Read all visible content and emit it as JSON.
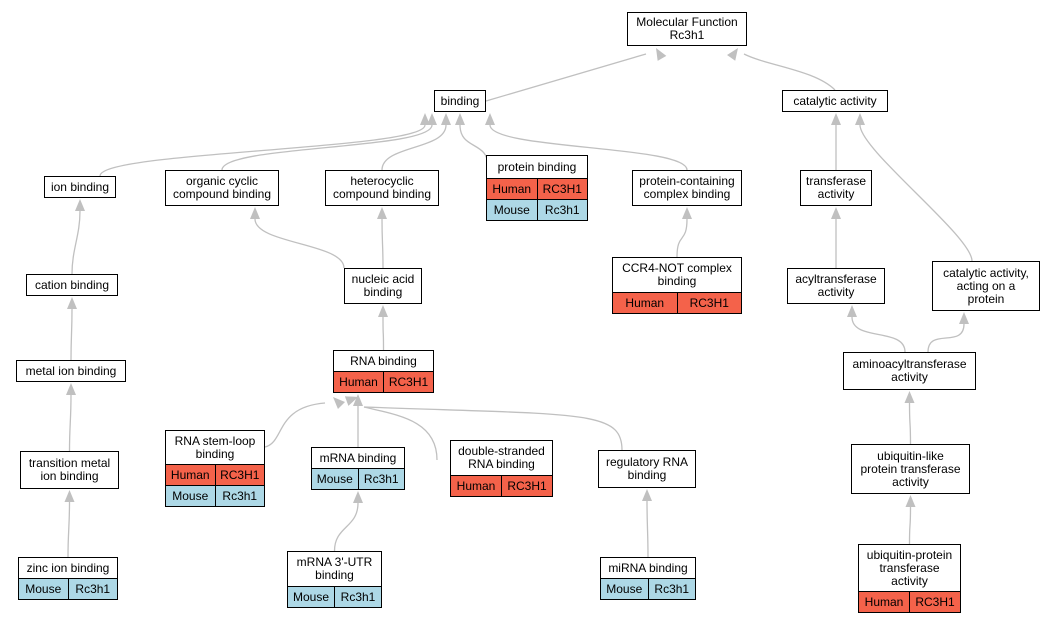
{
  "colors": {
    "human": "#f4624a",
    "mouse": "#add8e6",
    "edge": "#c0c0c0",
    "border": "#000000"
  },
  "nodes": [
    {
      "id": "mf",
      "label": "Molecular Function\nRc3h1",
      "rows": []
    },
    {
      "id": "binding",
      "label": "binding",
      "rows": []
    },
    {
      "id": "catalytic",
      "label": "catalytic activity",
      "rows": []
    },
    {
      "id": "ion",
      "label": "ion binding",
      "rows": []
    },
    {
      "id": "occb",
      "label": "organic cyclic\ncompound binding",
      "rows": []
    },
    {
      "id": "hcb",
      "label": "heterocyclic\ncompound binding",
      "rows": []
    },
    {
      "id": "protein",
      "label": "protein binding",
      "rows": [
        {
          "species": "Human",
          "gene": "RC3H1"
        },
        {
          "species": "Mouse",
          "gene": "Rc3h1"
        }
      ]
    },
    {
      "id": "pccb",
      "label": "protein-containing\ncomplex binding",
      "rows": []
    },
    {
      "id": "transferase",
      "label": "transferase\nactivity",
      "rows": []
    },
    {
      "id": "cation",
      "label": "cation binding",
      "rows": []
    },
    {
      "id": "nab",
      "label": "nucleic acid\nbinding",
      "rows": []
    },
    {
      "id": "ccr4",
      "label": "CCR4-NOT complex\nbinding",
      "rows": [
        {
          "species": "Human",
          "gene": "RC3H1"
        }
      ]
    },
    {
      "id": "acyl",
      "label": "acyltransferase\nactivity",
      "rows": []
    },
    {
      "id": "catprot",
      "label": "catalytic activity,\nacting on a\nprotein",
      "rows": []
    },
    {
      "id": "metal",
      "label": "metal ion binding",
      "rows": []
    },
    {
      "id": "rna",
      "label": "RNA binding",
      "rows": [
        {
          "species": "Human",
          "gene": "RC3H1"
        }
      ]
    },
    {
      "id": "aminoacyl",
      "label": "aminoacyltransferase\nactivity",
      "rows": []
    },
    {
      "id": "stemloop",
      "label": "RNA stem-loop\nbinding",
      "rows": [
        {
          "species": "Human",
          "gene": "RC3H1"
        },
        {
          "species": "Mouse",
          "gene": "Rc3h1"
        }
      ]
    },
    {
      "id": "mrna",
      "label": "mRNA binding",
      "rows": [
        {
          "species": "Mouse",
          "gene": "Rc3h1"
        }
      ]
    },
    {
      "id": "dsrna",
      "label": "double-stranded\nRNA binding",
      "rows": [
        {
          "species": "Human",
          "gene": "RC3H1"
        }
      ]
    },
    {
      "id": "regrna",
      "label": "regulatory RNA\nbinding",
      "rows": []
    },
    {
      "id": "transmetal",
      "label": "transition metal\nion binding",
      "rows": []
    },
    {
      "id": "ubilike",
      "label": "ubiquitin-like\nprotein transferase\nactivity",
      "rows": []
    },
    {
      "id": "zinc",
      "label": "zinc ion binding",
      "rows": [
        {
          "species": "Mouse",
          "gene": "Rc3h1"
        }
      ]
    },
    {
      "id": "utr",
      "label": "mRNA 3'-UTR\nbinding",
      "rows": [
        {
          "species": "Mouse",
          "gene": "Rc3h1"
        }
      ]
    },
    {
      "id": "mirna",
      "label": "miRNA binding",
      "rows": [
        {
          "species": "Mouse",
          "gene": "Rc3h1"
        }
      ]
    },
    {
      "id": "ubiprot",
      "label": "ubiquitin-protein\ntransferase\nactivity",
      "rows": [
        {
          "species": "Human",
          "gene": "RC3H1"
        }
      ]
    }
  ],
  "edges": [
    [
      "binding",
      "mf"
    ],
    [
      "catalytic",
      "mf"
    ],
    [
      "ion",
      "binding"
    ],
    [
      "occb",
      "binding"
    ],
    [
      "hcb",
      "binding"
    ],
    [
      "protein",
      "binding"
    ],
    [
      "pccb",
      "binding"
    ],
    [
      "transferase",
      "catalytic"
    ],
    [
      "catprot",
      "catalytic"
    ],
    [
      "cation",
      "ion"
    ],
    [
      "metal",
      "cation"
    ],
    [
      "transmetal",
      "metal"
    ],
    [
      "zinc",
      "transmetal"
    ],
    [
      "nab",
      "occb"
    ],
    [
      "nab",
      "hcb"
    ],
    [
      "rna",
      "nab"
    ],
    [
      "stemloop",
      "rna"
    ],
    [
      "mrna",
      "rna"
    ],
    [
      "dsrna",
      "rna"
    ],
    [
      "regrna",
      "rna"
    ],
    [
      "utr",
      "mrna"
    ],
    [
      "mirna",
      "regrna"
    ],
    [
      "ccr4",
      "pccb"
    ],
    [
      "acyl",
      "transferase"
    ],
    [
      "aminoacyl",
      "acyl"
    ],
    [
      "aminoacyl",
      "catprot"
    ],
    [
      "ubilike",
      "aminoacyl"
    ],
    [
      "ubiprot",
      "ubilike"
    ]
  ]
}
